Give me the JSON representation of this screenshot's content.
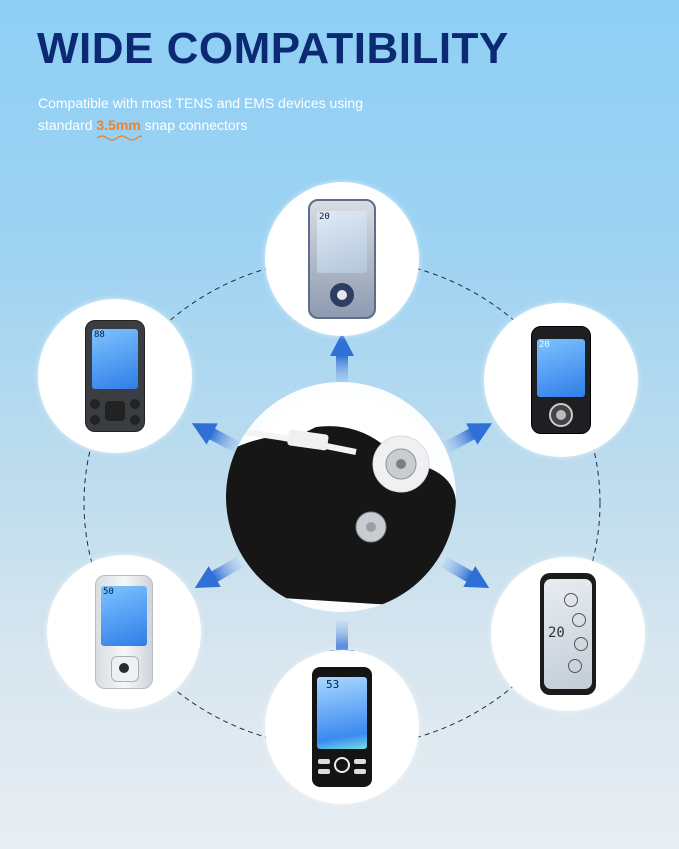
{
  "header": {
    "title": "WIDE COMPATIBILITY",
    "subtitle_line1": "Compatible with most TENS and EMS devices using",
    "subtitle_line2_before": "standard ",
    "subtitle_highlight": "3.5mm",
    "subtitle_line2_after": " snap connectors"
  },
  "colors": {
    "title": "#0b2a73",
    "highlight": "#f0812a",
    "arrow": "#2f6fd6",
    "background_top": "#8ecff5",
    "background_bottom": "#e8eef2"
  },
  "center": {
    "item": "electrode-pad-with-snap-connector"
  },
  "devices": [
    {
      "position": "top",
      "type": "tens-unit-silver-blue",
      "screen_text": "20"
    },
    {
      "position": "upper-left",
      "type": "tens-unit-dark-gray",
      "screen_text": "88"
    },
    {
      "position": "upper-right",
      "type": "tens-unit-black",
      "screen_text": "20"
    },
    {
      "position": "lower-left",
      "type": "tens-unit-white-silver",
      "screen_text": "50"
    },
    {
      "position": "lower-right",
      "type": "smartphone-app",
      "screen_text": "20"
    },
    {
      "position": "bottom",
      "type": "tens-unit-black-touch",
      "screen_text": "53"
    }
  ]
}
